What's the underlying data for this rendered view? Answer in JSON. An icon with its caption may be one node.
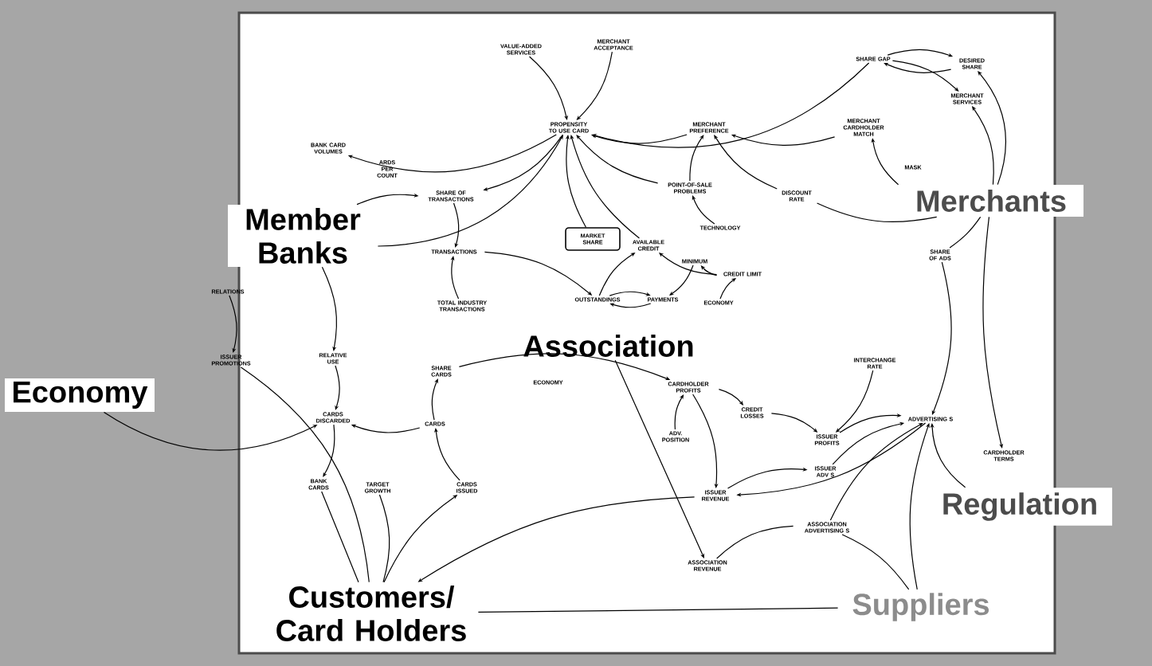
{
  "diagram": {
    "nodes": [
      {
        "text": [
          "Member Banks"
        ]
      },
      {
        "text": [
          "Merchants"
        ]
      },
      {
        "text": [
          "Association"
        ]
      },
      {
        "text": [
          "Economy"
        ]
      },
      {
        "text": [
          "Customers/ Card Holders"
        ]
      },
      {
        "text": [
          "Regulation"
        ]
      },
      {
        "text": [
          "Suppliers"
        ]
      },
      {
        "text": [
          "VALUE-ADDED SERVICES"
        ]
      },
      {
        "text": [
          "MERCHANT ACCEPTANCE"
        ]
      },
      {
        "text": [
          "PROPENSITY TO USE CARD"
        ]
      },
      {
        "text": [
          "SHARE GAP"
        ]
      },
      {
        "text": [
          "DESIRED SHARE"
        ]
      },
      {
        "text": [
          "MERCHANT SERVICES"
        ]
      },
      {
        "text": [
          "MERCHANT CARDHOLDER MATCH"
        ]
      },
      {
        "text": [
          "MERCHANT PREFERENCE"
        ]
      },
      {
        "text": [
          "BANK CARD VOLUMES"
        ]
      },
      {
        "text": [
          "SHARE OF TRANSACTIONS"
        ]
      },
      {
        "text": [
          "MARKET SHARE"
        ]
      },
      {
        "text": [
          "POINT-OF-SALE PROBLEMS"
        ]
      },
      {
        "text": [
          "DISCOUNT RATE"
        ]
      },
      {
        "text": [
          "MASK"
        ]
      },
      {
        "text": [
          "AVAILABLE CREDIT"
        ]
      },
      {
        "text": [
          "TECHNOLOGY"
        ]
      },
      {
        "text": [
          "MINIMUM"
        ]
      },
      {
        "text": [
          "CREDIT LIMIT"
        ]
      },
      {
        "text": [
          "TRANSACTIONS"
        ]
      },
      {
        "text": [
          "OUTSTANDINGS"
        ]
      },
      {
        "text": [
          "PAYMENTS"
        ]
      },
      {
        "text": [
          "ECONOMY"
        ]
      },
      {
        "text": [
          "TOTAL INDUSTRY TRANSACTIONS"
        ]
      },
      {
        "text": [
          "SHARE OF ADS"
        ]
      },
      {
        "text": [
          "RELATIVE USE"
        ]
      },
      {
        "text": [
          "ISSUER PROMOTIONS"
        ]
      },
      {
        "text": [
          "RELATIONS"
        ]
      },
      {
        "text": [
          "SHARE CARDS"
        ]
      },
      {
        "text": [
          "CARDS DISCARDED"
        ]
      },
      {
        "text": [
          "CARDS"
        ]
      },
      {
        "text": [
          "ECONOMY"
        ]
      },
      {
        "text": [
          "CARDHOLDER PROFITS"
        ]
      },
      {
        "text": [
          "CREDIT LOSSES"
        ]
      },
      {
        "text": [
          "INTERCHANGE RATE"
        ]
      },
      {
        "text": [
          "ADVERTISING S"
        ]
      },
      {
        "text": [
          "ADV. POSITION"
        ]
      },
      {
        "text": [
          "ISSUER PROFITS"
        ]
      },
      {
        "text": [
          "ISSUER ADV S"
        ]
      },
      {
        "text": [
          "CARDHOLDER TERMS"
        ]
      },
      {
        "text": [
          "ISSUER REVENUE"
        ]
      },
      {
        "text": [
          "BANK CARDS"
        ]
      },
      {
        "text": [
          "TARGET GROWTH"
        ]
      },
      {
        "text": [
          "CARDS ISSUED"
        ]
      },
      {
        "text": [
          "ASSOCIATION REVENUE"
        ]
      },
      {
        "text": [
          "ASSOCIATION ADVERTISING S"
        ]
      }
    ],
    "edges": [
      {
        "from": 7,
        "to": 9,
        "arrow": "to"
      },
      {
        "from": 8,
        "to": 9,
        "arrow": "to"
      },
      {
        "from": 17,
        "to": 9,
        "arrow": "to"
      },
      {
        "from": 21,
        "to": 9,
        "arrow": "to"
      },
      {
        "from": 18,
        "to": 9,
        "arrow": "to"
      },
      {
        "from": 14,
        "to": 9,
        "arrow": "to"
      },
      {
        "from": 0,
        "to": 9,
        "arrow": "to"
      },
      {
        "from": 9,
        "to": 15,
        "arrow": "to"
      },
      {
        "from": 9,
        "to": 16,
        "arrow": "to"
      },
      {
        "from": 16,
        "to": 25,
        "arrow": "to"
      },
      {
        "from": 29,
        "to": 25,
        "arrow": "to"
      },
      {
        "from": 25,
        "to": 26,
        "arrow": "to"
      },
      {
        "from": 26,
        "to": 27,
        "arrow": "to"
      },
      {
        "from": 27,
        "to": 26,
        "arrow": "to"
      },
      {
        "from": 26,
        "to": 21,
        "arrow": "to"
      },
      {
        "from": 24,
        "to": 21,
        "arrow": "to"
      },
      {
        "from": 23,
        "to": 27,
        "arrow": "to"
      },
      {
        "from": 28,
        "to": 24,
        "arrow": "to"
      },
      {
        "from": 22,
        "to": 18,
        "arrow": "to"
      },
      {
        "from": 18,
        "to": 14,
        "arrow": "to"
      },
      {
        "from": 19,
        "to": 14,
        "arrow": "to"
      },
      {
        "from": 13,
        "to": 14,
        "arrow": "to"
      },
      {
        "from": 1,
        "to": 13,
        "arrow": "to"
      },
      {
        "from": 10,
        "to": 12,
        "arrow": "to"
      },
      {
        "from": 11,
        "to": 10,
        "arrow": "to"
      },
      {
        "from": 10,
        "to": 11,
        "arrow": "to"
      },
      {
        "from": 1,
        "to": 11,
        "arrow": "to"
      },
      {
        "from": 1,
        "to": 12,
        "arrow": "to"
      },
      {
        "from": 1,
        "to": 30,
        "arrow": "none"
      },
      {
        "from": 30,
        "to": 41,
        "arrow": "to"
      },
      {
        "from": 1,
        "to": 45,
        "arrow": "to"
      },
      {
        "from": 36,
        "to": 34,
        "arrow": "to"
      },
      {
        "from": 49,
        "to": 36,
        "arrow": "to"
      },
      {
        "from": 34,
        "to": 38,
        "arrow": "to"
      },
      {
        "from": 31,
        "to": 35,
        "arrow": "to"
      },
      {
        "from": 36,
        "to": 35,
        "arrow": "to"
      },
      {
        "from": 35,
        "to": 47,
        "arrow": "to"
      },
      {
        "from": 4,
        "to": 49,
        "arrow": "to"
      },
      {
        "from": 42,
        "to": 38,
        "arrow": "to"
      },
      {
        "from": 38,
        "to": 39,
        "arrow": "to"
      },
      {
        "from": 39,
        "to": 43,
        "arrow": "to"
      },
      {
        "from": 38,
        "to": 46,
        "arrow": "to"
      },
      {
        "from": 44,
        "to": 41,
        "arrow": "to"
      },
      {
        "from": 43,
        "to": 41,
        "arrow": "to"
      },
      {
        "from": 51,
        "to": 41,
        "arrow": "to"
      },
      {
        "from": 46,
        "to": 44,
        "arrow": "to"
      },
      {
        "from": 41,
        "to": 46,
        "arrow": "to"
      },
      {
        "from": 2,
        "to": 50,
        "arrow": "to"
      },
      {
        "from": 46,
        "to": 4,
        "arrow": "to"
      },
      {
        "from": 32,
        "to": 4,
        "arrow": "none"
      },
      {
        "from": 33,
        "to": 32,
        "arrow": "to"
      },
      {
        "from": 0,
        "to": 31,
        "arrow": "to"
      },
      {
        "from": 3,
        "to": 35,
        "arrow": "to"
      },
      {
        "from": 47,
        "to": 4,
        "arrow": "none"
      },
      {
        "from": 48,
        "to": 4,
        "arrow": "none"
      },
      {
        "from": 6,
        "to": 51,
        "arrow": "none"
      },
      {
        "from": 6,
        "to": 41,
        "arrow": "to"
      },
      {
        "from": 5,
        "to": 41,
        "arrow": "to"
      },
      {
        "from": 4,
        "to": 6,
        "arrow": "none"
      },
      {
        "from": 40,
        "to": 43,
        "arrow": "to"
      },
      {
        "from": 1,
        "to": 19,
        "arrow": "none"
      },
      {
        "from": 24,
        "to": 23,
        "arrow": "to"
      },
      {
        "from": 10,
        "to": 9,
        "arrow": "to"
      },
      {
        "from": 0,
        "to": 16,
        "arrow": "to"
      },
      {
        "from": 50,
        "to": 51,
        "arrow": "none"
      }
    ],
    "labels": [
      "ARDS PER COUNT"
    ]
  }
}
